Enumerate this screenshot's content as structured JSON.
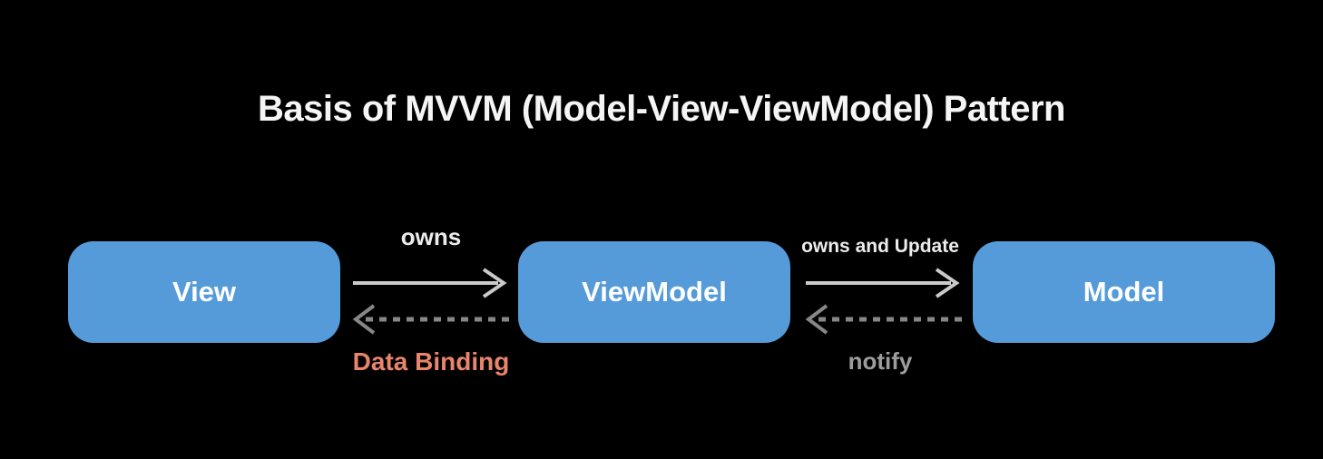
{
  "diagram": {
    "title": "Basis of MVVM (Model-View-ViewModel) Pattern",
    "nodes": [
      {
        "id": "view",
        "label": "View"
      },
      {
        "id": "viewmodel",
        "label": "ViewModel"
      },
      {
        "id": "model",
        "label": "Model"
      }
    ],
    "edges": [
      {
        "from": "View",
        "to": "ViewModel",
        "label": "owns",
        "style": "solid",
        "direction": "right"
      },
      {
        "from": "ViewModel",
        "to": "View",
        "label": "Data Binding",
        "style": "dashed",
        "direction": "left"
      },
      {
        "from": "ViewModel",
        "to": "Model",
        "label": "owns and Update",
        "style": "solid",
        "direction": "right"
      },
      {
        "from": "Model",
        "to": "ViewModel",
        "label": "notify",
        "style": "dashed",
        "direction": "left"
      }
    ],
    "colors": {
      "background": "#000000",
      "node_fill": "#559bd9",
      "node_text": "#ffffff",
      "title_text": "#f5f5f5",
      "solid_arrow": "#cacaca",
      "dashed_arrow": "#878787",
      "edge_label_light": "#ececec",
      "data_binding_label": "#e8856c",
      "notify_label": "#9d9d9d"
    }
  }
}
